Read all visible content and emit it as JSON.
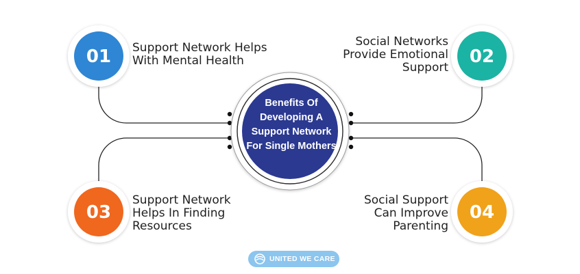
{
  "center": {
    "title_lines": [
      "Benefits Of",
      "Developing A",
      "Support Network",
      "For Single Mothers"
    ],
    "color": "#2b3990"
  },
  "items": [
    {
      "number": "01",
      "lines": [
        "Support Network Helps",
        "With Mental Health"
      ],
      "color": "#2e86d4"
    },
    {
      "number": "02",
      "lines": [
        "Social Networks",
        "Provide Emotional",
        "Support"
      ],
      "color": "#1bb3a3"
    },
    {
      "number": "03",
      "lines": [
        "Support Network",
        "Helps In Finding",
        "Resources"
      ],
      "color": "#f0671e"
    },
    {
      "number": "04",
      "lines": [
        "Social Support",
        "Can Improve",
        "Parenting"
      ],
      "color": "#f0a21b"
    }
  ],
  "logo": {
    "text": "UNITED WE CARE",
    "icon": "globe-icon",
    "color": "#8cc5ee"
  }
}
